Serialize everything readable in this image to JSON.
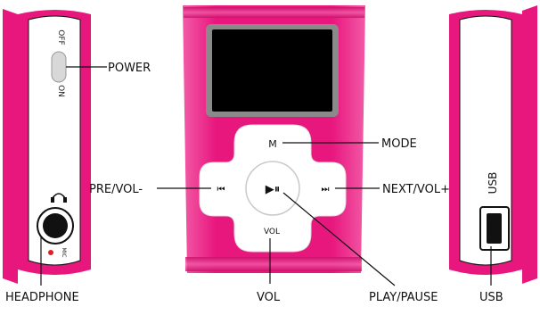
{
  "colors": {
    "body_pink": "#e8177e",
    "body_pink_light": "#f25aa6",
    "body_pink_dark": "#c80e68",
    "panel_white": "#ffffff",
    "screen_frame": "#8a8a8a",
    "screen": "#000000",
    "outline": "#111111",
    "dot_red": "#e11d2a"
  },
  "side_left": {
    "switch_off_label": "OFF",
    "switch_on_label": "ON",
    "headphone_icon": "headphone-icon",
    "mic_label": "MIC"
  },
  "side_right": {
    "usb_label": "USB"
  },
  "buttons": {
    "mode": "M",
    "prev": "⏮",
    "play_pause": "▶⏸",
    "next": "⏭",
    "vol": "VOL"
  },
  "callouts": {
    "power": "POWER",
    "mode": "MODE",
    "pre_vol": "PRE/VOL-",
    "next_vol": "NEXT/VOL+",
    "headphone": "HEADPHONE",
    "vol": "VOL",
    "play_pause": "PLAY/PAUSE",
    "usb": "USB"
  }
}
